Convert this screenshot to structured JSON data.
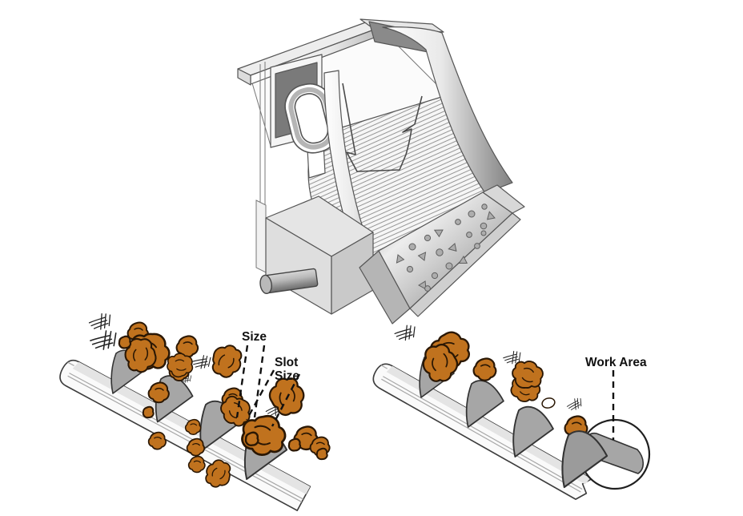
{
  "diagram": {
    "labels": {
      "size": "Size",
      "slot_line1": "Slot",
      "slot_line2": "Size",
      "work_area": "Work Area"
    },
    "counts": {
      "wedge_wires_per_rail": 4
    },
    "colors": {
      "background": "#ffffff",
      "label-text": "#111111",
      "particle": "#c0721e",
      "particle-outline": "#2a1704",
      "wedge": "#a6a6a6",
      "wedge-dark": "#9b9b9b",
      "rail-face": "#fafafa",
      "rail-top": "#e4e4e4",
      "feed-panel": "#7a7a7a",
      "screen-line": "#969696"
    }
  }
}
